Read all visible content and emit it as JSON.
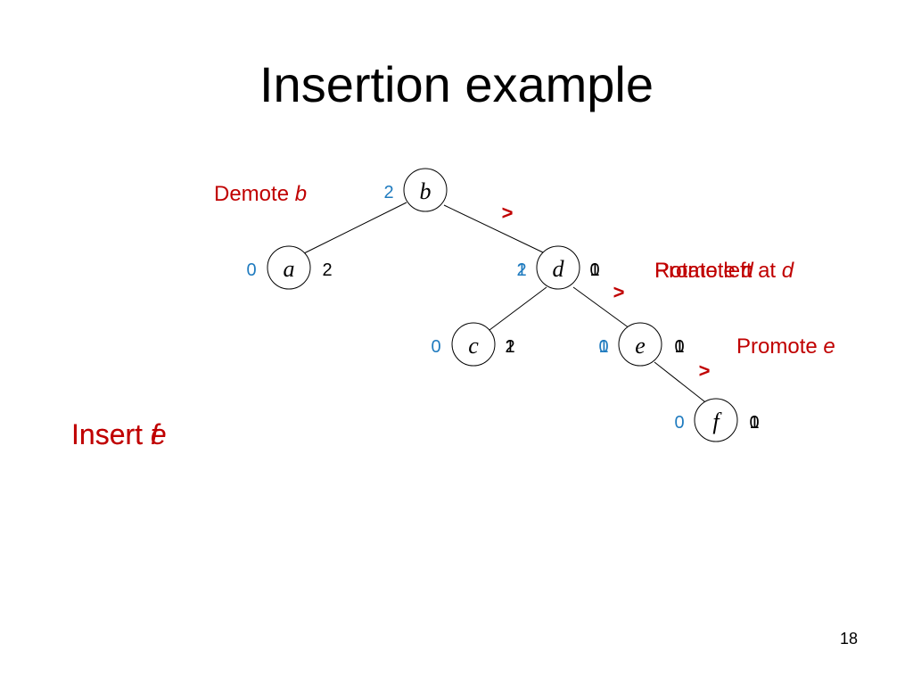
{
  "slide": {
    "title": "Insertion example",
    "page_number": "18"
  },
  "colors": {
    "annotation": "#c00000",
    "rank_left": "#1f7bbf",
    "rank_right": "#000000",
    "edge": "#000000"
  },
  "tree": {
    "nodes": {
      "b": "b",
      "a": "a",
      "d": "d",
      "c": "c",
      "e": "e",
      "f": "f"
    },
    "ranks": {
      "b_left": "2",
      "a_left": "0",
      "a_right": "2",
      "d_left_1": "1",
      "d_left_2": "2",
      "d_right_1": "1",
      "d_right_2": "0",
      "c_left": "0",
      "c_right_1": "1",
      "c_right_2": "2",
      "e_left_1": "1",
      "e_left_2": "0",
      "e_right_1": "1",
      "e_right_2": "0",
      "f_left": "0",
      "f_right_1": "1",
      "f_right_2": "0"
    }
  },
  "annotations": {
    "demote_prefix": "Demote ",
    "demote_var": "b",
    "rotate_prefix": "Rotate left at ",
    "rotate_var": "d",
    "promote_d_prefix": "Promote ",
    "promote_d_var": "d",
    "promote_e_prefix": "Promote ",
    "promote_e_var": "e",
    "violation_1": ">",
    "violation_2": ">",
    "violation_3": ">"
  },
  "insert": {
    "prefix": "Insert ",
    "var_1": "f",
    "var_2": "e"
  }
}
